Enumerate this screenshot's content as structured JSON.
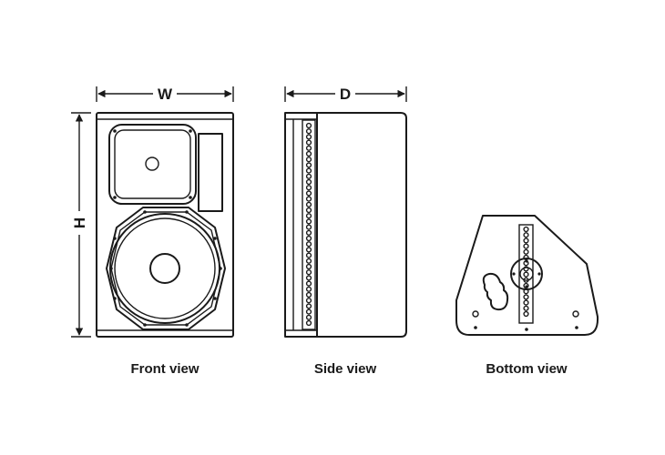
{
  "dimensions": {
    "width_label": "W",
    "depth_label": "D",
    "height_label": "H"
  },
  "captions": {
    "front": "Front view",
    "side": "Side view",
    "bottom": "Bottom view"
  }
}
